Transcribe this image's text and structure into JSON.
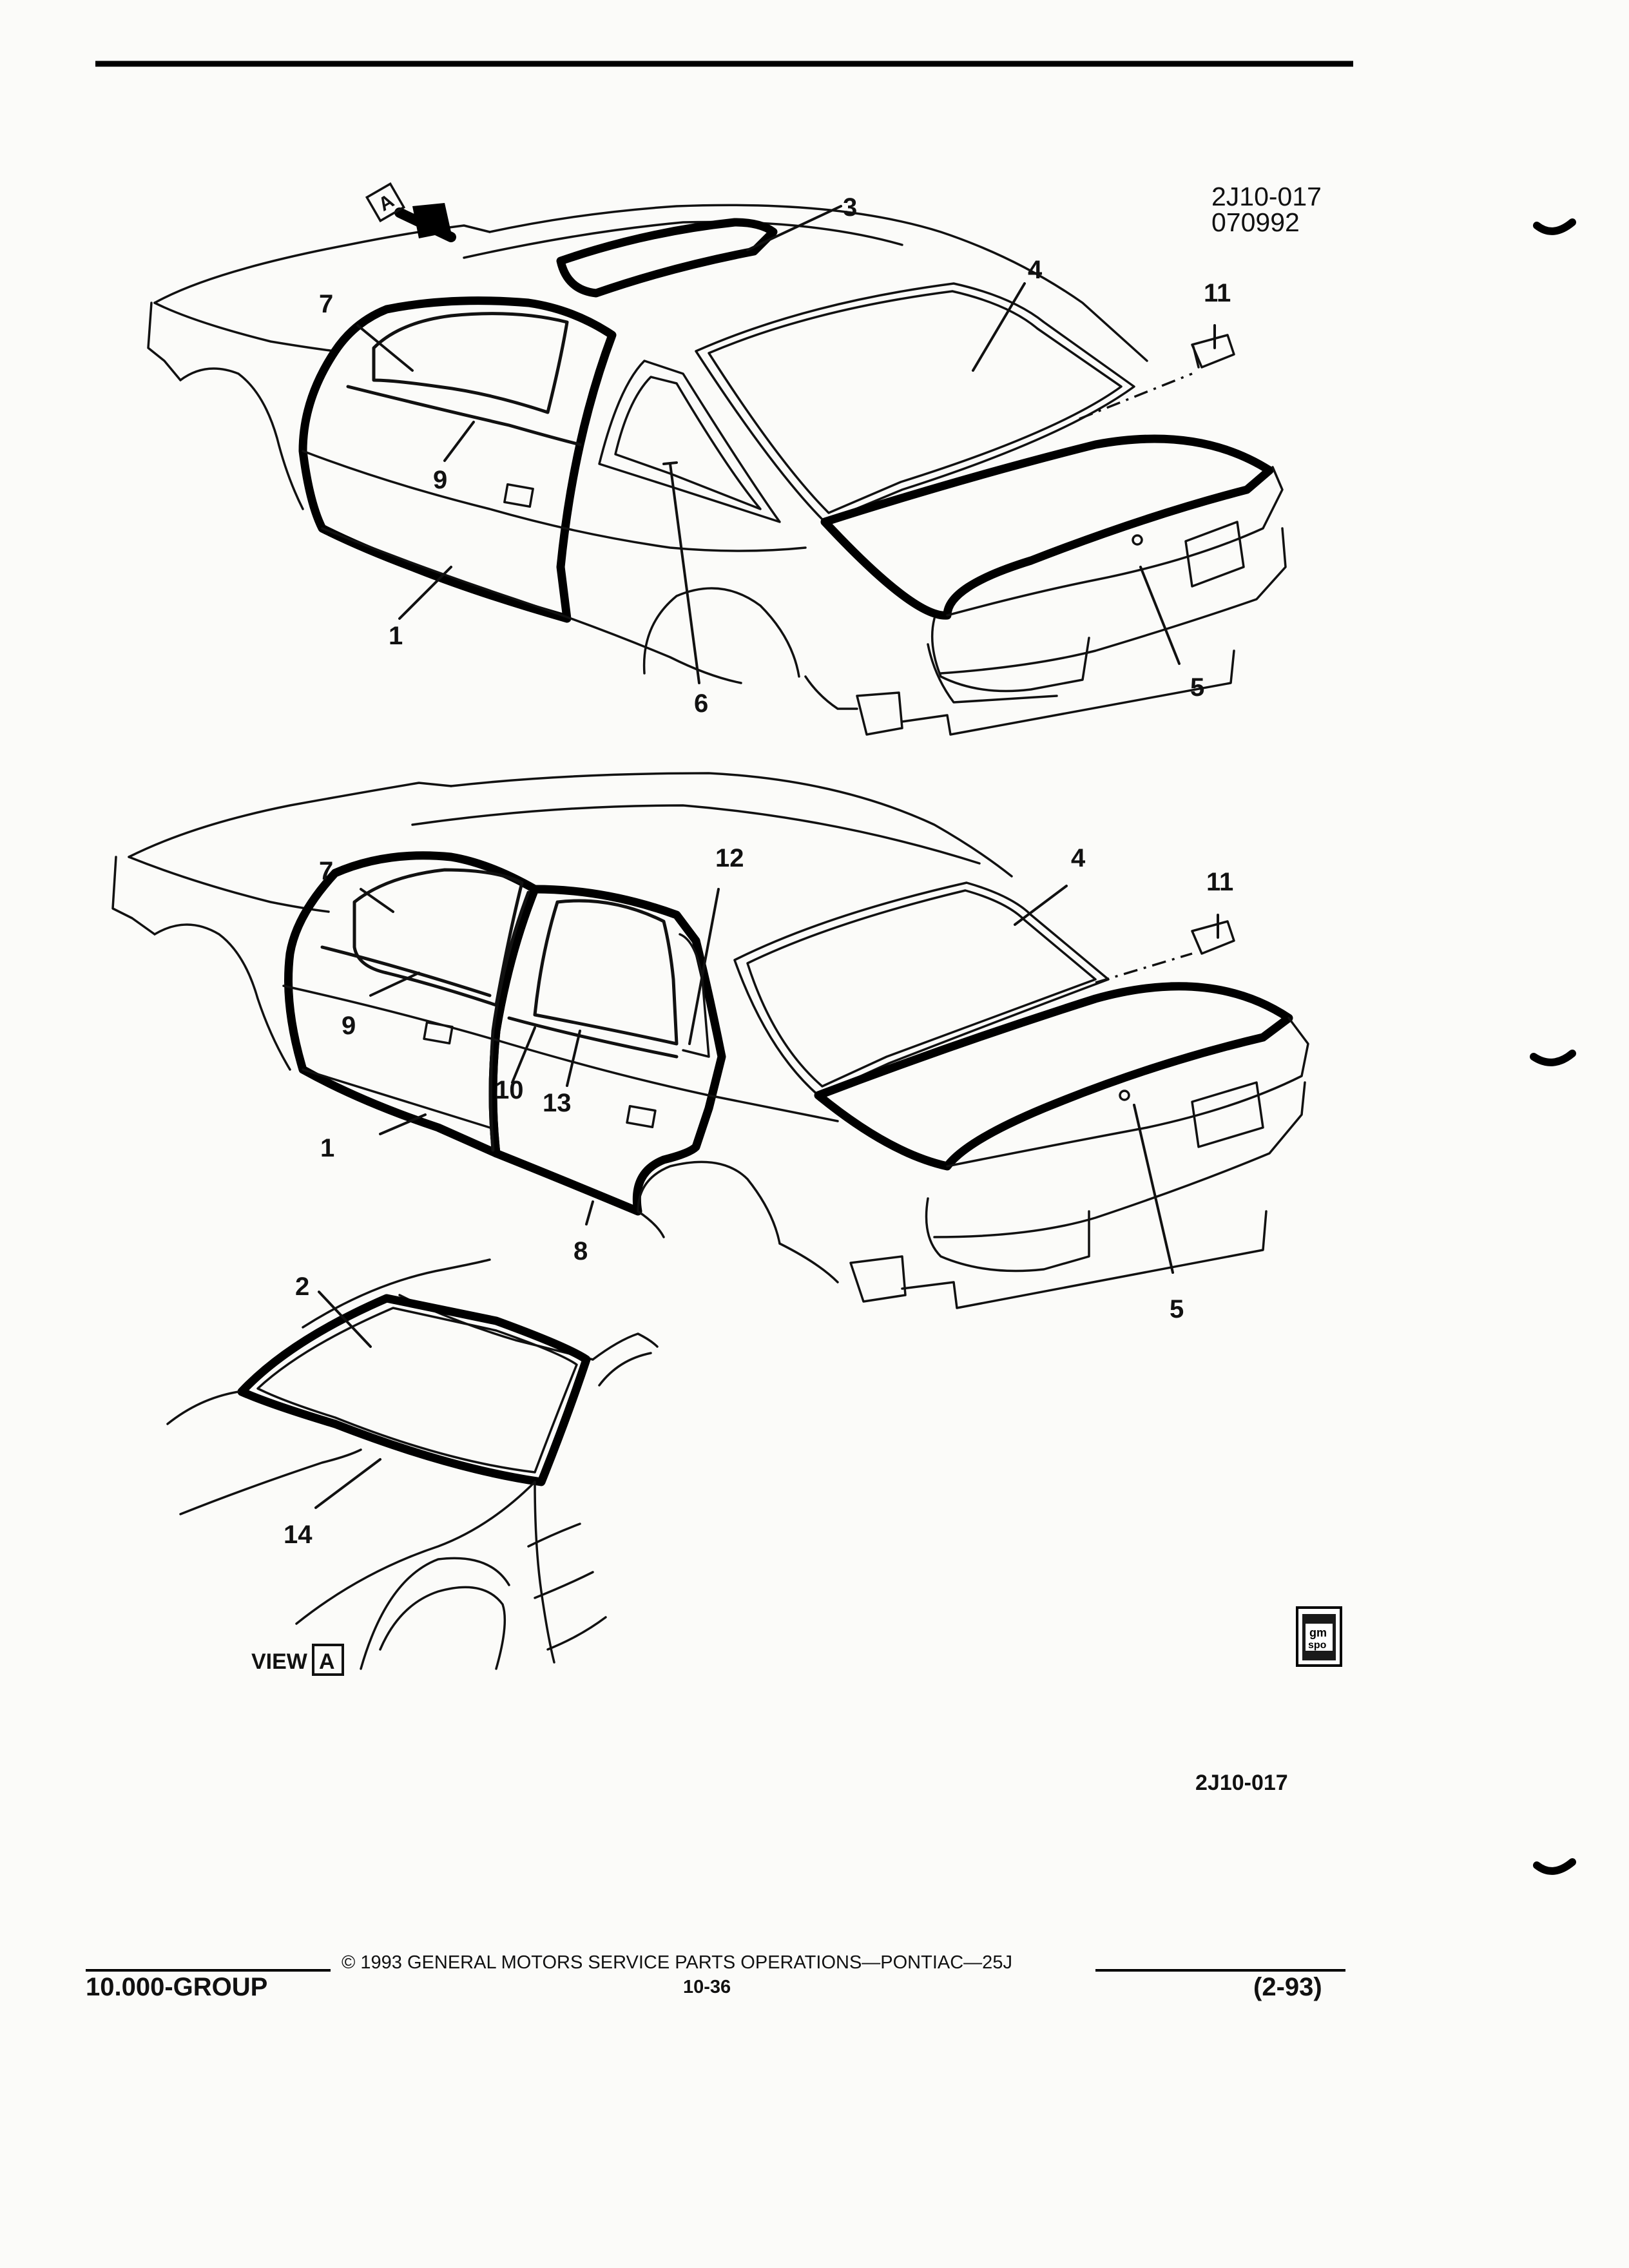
{
  "header": {
    "drawing_number": "2J10-017",
    "drawing_date": "070992"
  },
  "callouts": [
    "1",
    "2",
    "3",
    "4",
    "5",
    "6",
    "7",
    "8",
    "9",
    "10",
    "11",
    "12",
    "13",
    "14"
  ],
  "view": {
    "word": "VIEW",
    "letter": "A"
  },
  "logo": {
    "line1": "gm",
    "line2": "spo"
  },
  "figure_ref": "2J10-017",
  "footer": {
    "copyright": "© 1993 GENERAL MOTORS SERVICE PARTS OPERATIONS—PONTIAC—25J",
    "group": "10.000-GROUP",
    "page_number": "10-36",
    "revision": "(2-93)"
  }
}
